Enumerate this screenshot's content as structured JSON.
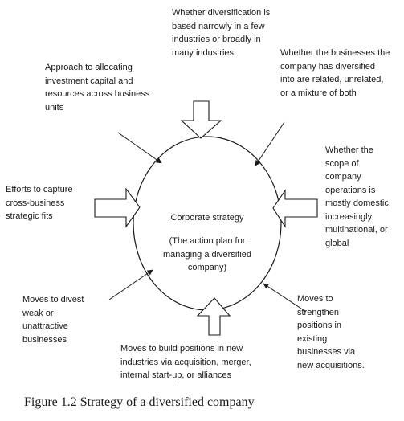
{
  "diagram": {
    "center_title": "Corporate strategy",
    "center_subtitle": "(The action plan for\nmanaging a diversified\ncompany)",
    "labels": {
      "top": "Whether diversification is\nbased narrowly in a few\nindustries or broadly in\nmany industries",
      "top_right": "Whether the businesses the\ncompany has diversified\ninto are related, unrelated,\nor a mixture of both",
      "top_left": "Approach to allocating\ninvestment capital and\nresources across business\nunits",
      "left": "Efforts to capture\ncross-business\nstrategic fits",
      "right": "Whether the\nscope of\ncompany\noperations is\nmostly domestic,\nincreasingly\nmultinational, or\nglobal",
      "bottom_left": "Moves to divest\nweak or\nunattractive\nbusinesses",
      "bottom": "Moves to build positions in new\nindustries via acquisition, merger,\ninternal start-up, or alliances",
      "bottom_right": "Moves to\nstrengthen\npositions in\nexisting\nbusinesses via\nnew acquisitions."
    },
    "caption": "Figure 1.2 Strategy of a diversified company"
  }
}
